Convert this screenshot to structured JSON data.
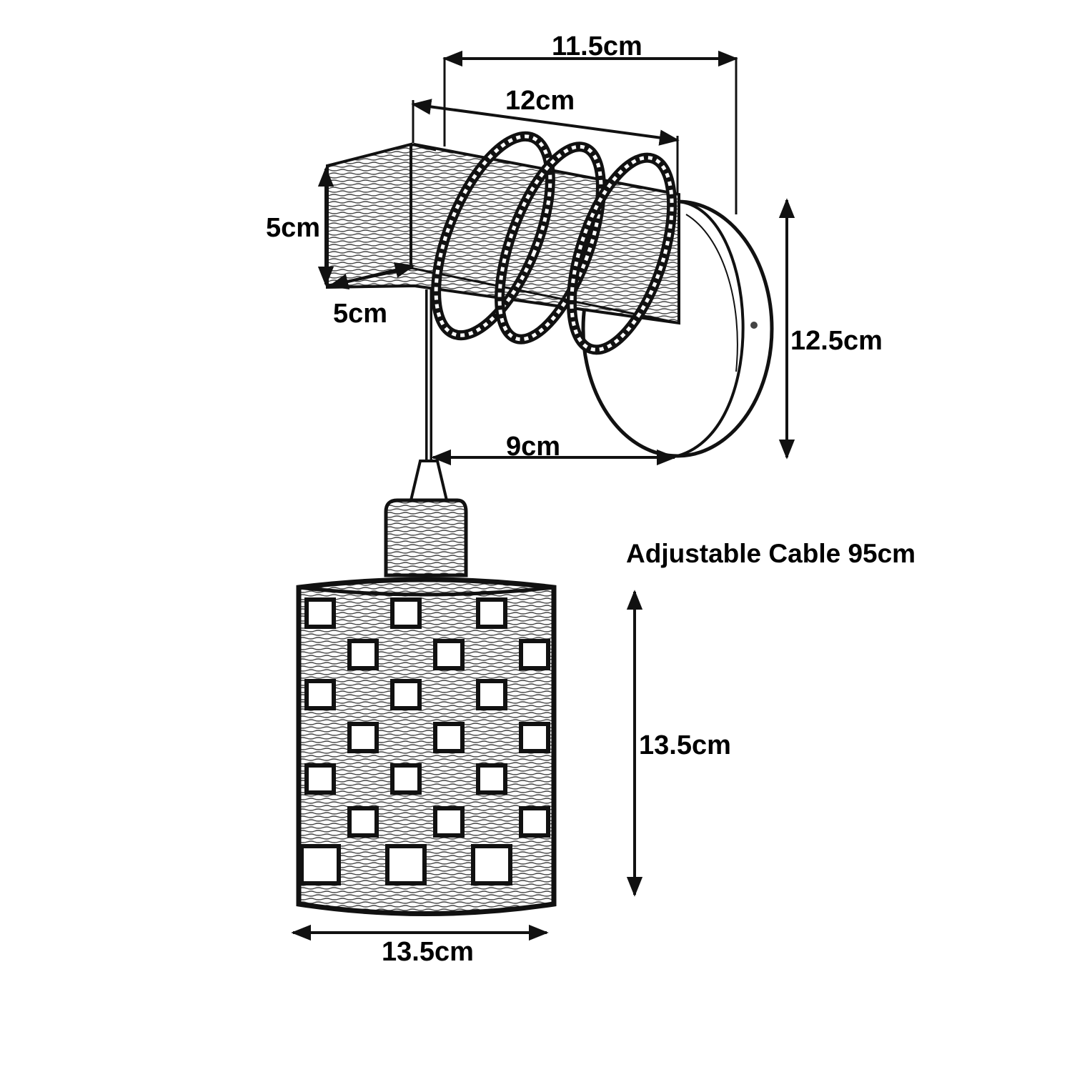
{
  "diagram": {
    "subject": "wall light with wooden block arm, rope rings, round backplate and cage shade",
    "ink_color": "#111111",
    "background_color": "#ffffff",
    "labels": {
      "width_top": "11.5cm",
      "arm_length": "12cm",
      "block_height": "5cm",
      "block_depth": "5cm",
      "backplate_height": "12.5cm",
      "projection": "9cm",
      "cable_note": "Adjustable Cable 95cm",
      "shade_height": "13.5cm",
      "shade_width": "13.5cm"
    }
  }
}
